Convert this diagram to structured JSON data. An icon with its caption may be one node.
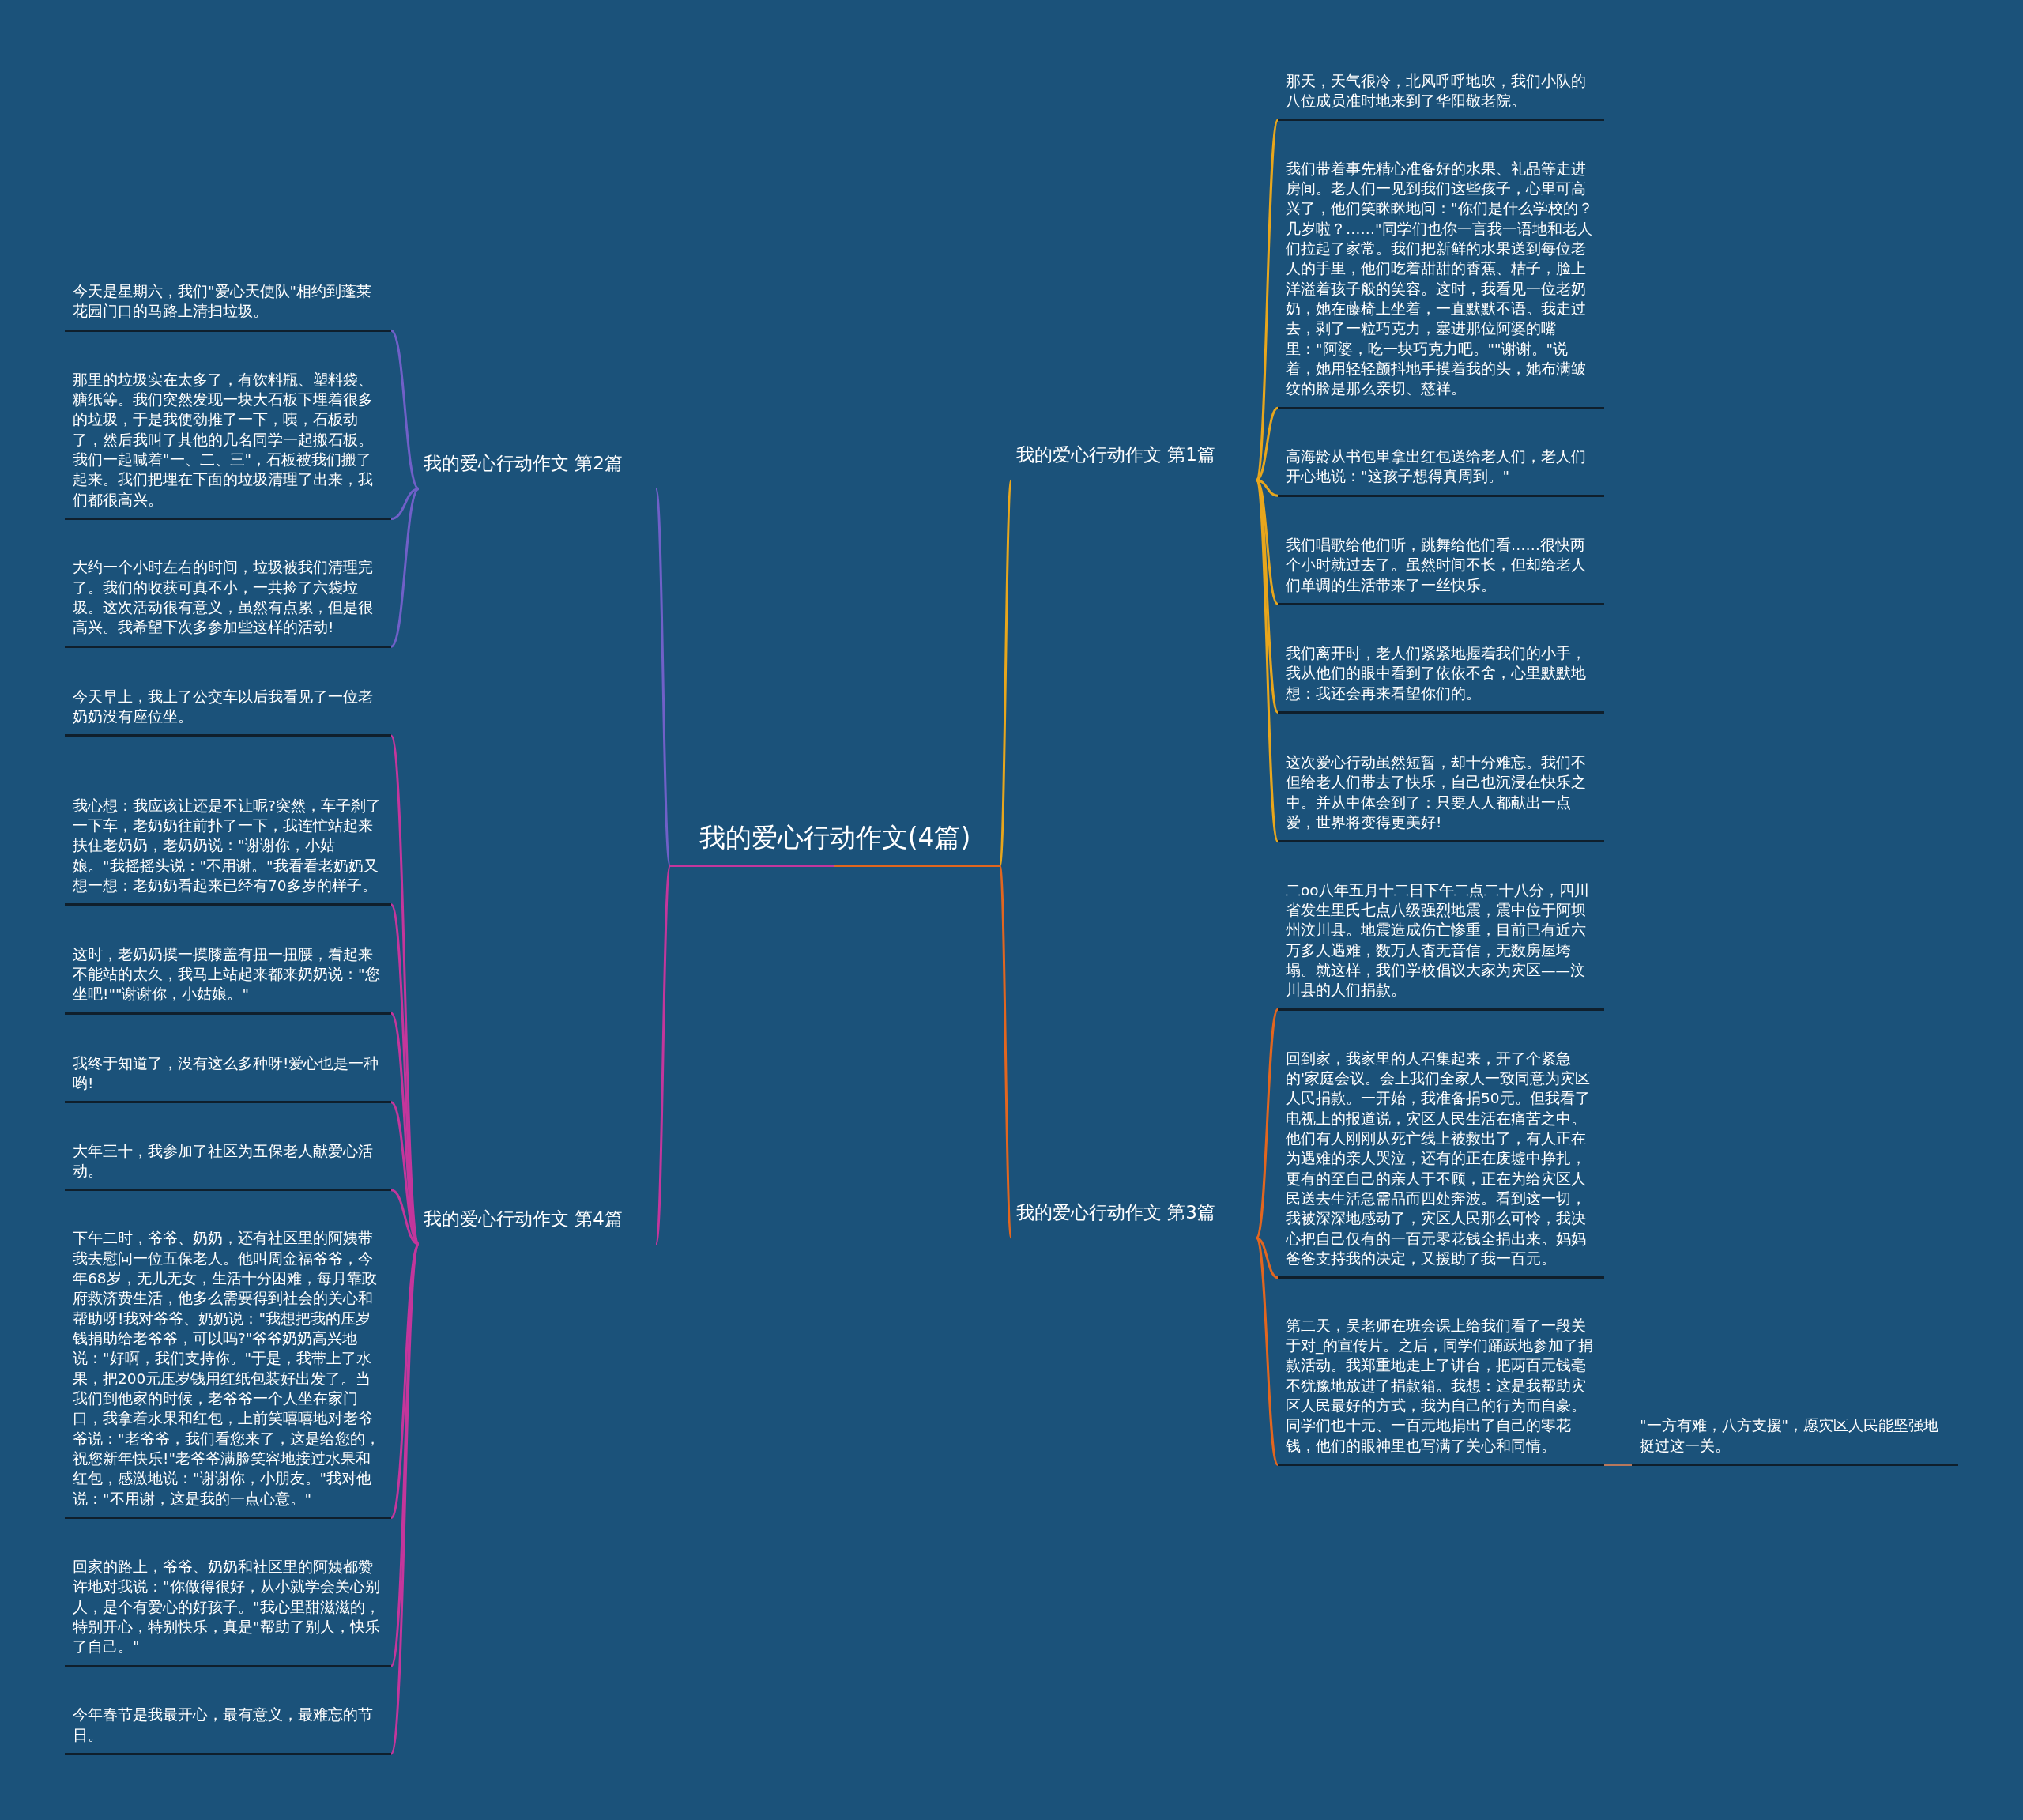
{
  "diagram": {
    "nodes": [
      {
        "text": [
          "我的爱心行动作文(4篇)"
        ]
      },
      {
        "text": [
          "我的爱心行动作文 第2篇"
        ]
      },
      {
        "text": [
          "今天是星期六，我们\"爱心天使队\"相约到蓬莱花园门口的马路上清扫垃圾。"
        ]
      },
      {
        "text": [
          "那里的垃圾实在太多了，有饮料瓶、塑料袋、糖纸等。我们突然发现一块大石板下埋着很多的垃圾，于是我使劲推了一下，咦，石板动了，然后我叫了其他的几名同学一起搬石板。我们一起喊着\"一、二、三\"，石板被我们搬了起来。我们把埋在下面的垃圾清理了出来，我们都很高兴。"
        ]
      },
      {
        "text": [
          "大约一个小时左右的时间，垃圾被我们清理完了。我们的收获可真不小，一共捡了六袋垃圾。这次活动很有意义，虽然有点累，但是很高兴。我希望下次多参加些这样的活动!"
        ]
      },
      {
        "text": [
          "我的爱心行动作文 第4篇"
        ]
      },
      {
        "text": [
          "今天早上，我上了公交车以后我看见了一位老奶奶没有座位坐。"
        ]
      },
      {
        "text": [
          "我心想：我应该让还是不让呢?突然，车子刹了一下车，老奶奶往前扑了一下，我连忙站起来扶住老奶奶，老奶奶说：\"谢谢你，小姑娘。\"我摇摇头说：\"不用谢。\"我看看老奶奶又想一想：老奶奶看起来已经有70多岁的样子。"
        ]
      },
      {
        "text": [
          "这时，老奶奶摸一摸膝盖有扭一扭腰，看起来不能站的太久，我马上站起来都来奶奶说：\"您坐吧!\"\"谢谢你，小姑娘。\""
        ]
      },
      {
        "text": [
          "我终于知道了，没有这么多种呀!爱心也是一种哟!"
        ]
      },
      {
        "text": [
          "大年三十，我参加了社区为五保老人献爱心活动。"
        ]
      },
      {
        "text": [
          "下午二时，爷爷、奶奶，还有社区里的阿姨带我去慰问一位五保老人。他叫周金福爷爷，今年68岁，无儿无女，生活十分困难，每月靠政府救济费生活，他多么需要得到社会的关心和帮助呀!我对爷爷、奶奶说：\"我想把我的压岁钱捐助给老爷爷，可以吗?\"爷爷奶奶高兴地说：\"好啊，我们支持你。\"于是，我带上了水果，把200元压岁钱用红纸包装好出发了。当我们到他家的时候，老爷爷一个人坐在家门口，我拿着水果和红包，上前笑嘻嘻地对老爷爷说：\"老爷爷，我们看您来了，这是给您的，祝您新年快乐!\"老爷爷满脸笑容地接过水果和红包，感激地说：\"谢谢你，小朋友。\"我对他说：\"不用谢，这是我的一点心意。\""
        ]
      },
      {
        "text": [
          "回家的路上，爷爷、奶奶和社区里的阿姨都赞许地对我说：\"你做得很好，从小就学会关心别人，是个有爱心的好孩子。\"我心里甜滋滋的，特别开心，特别快乐，真是\"帮助了别人，快乐了自己。\""
        ]
      },
      {
        "text": [
          "今年春节是我最开心，最有意义，最难忘的节日。"
        ]
      },
      {
        "text": [
          "我的爱心行动作文 第1篇"
        ]
      },
      {
        "text": [
          "那天，天气很冷，北风呼呼地吹，我们小队的八位成员准时地来到了华阳敬老院。"
        ]
      },
      {
        "text": [
          "我们带着事先精心准备好的水果、礼品等走进房间。老人们一见到我们这些孩子，心里可高兴了，他们笑眯眯地问：\"你们是什么学校的？几岁啦？……\"同学们也你一言我一语地和老人们拉起了家常。我们把新鲜的水果送到每位老人的手里，他们吃着甜甜的香蕉、桔子，脸上洋溢着孩子般的笑容。这时，我看见一位老奶奶，她在藤椅上坐着，一直默默不语。我走过去，剥了一粒巧克力，塞进那位阿婆的嘴里：\"阿婆，吃一块巧克力吧。\"\"谢谢。\"说着，她用轻轻颤抖地手摸着我的头，她布满皱纹的脸是那么亲切、慈祥。"
        ]
      },
      {
        "text": [
          "高海龄从书包里拿出红包送给老人们，老人们开心地说：\"这孩子想得真周到。\""
        ]
      },
      {
        "text": [
          "我们唱歌给他们听，跳舞给他们看……很快两个小时就过去了。虽然时间不长，但却给老人们单调的生活带来了一丝快乐。"
        ]
      },
      {
        "text": [
          "我们离开时，老人们紧紧地握着我们的小手，我从他们的眼中看到了依依不舍，心里默默地想：我还会再来看望你们的。"
        ]
      },
      {
        "text": [
          "这次爱心行动虽然短暂，却十分难忘。我们不但给老人们带去了快乐，自己也沉浸在快乐之中。并从中体会到了：只要人人都献出一点爱，世界将变得更美好!"
        ]
      },
      {
        "text": [
          "我的爱心行动作文 第3篇"
        ]
      },
      {
        "text": [
          "二oo八年五月十二日下午二点二十八分，四川省发生里氏七点八级强烈地震，震中位于阿坝州汶川县。地震造成伤亡惨重，目前已有近六万多人遇难，数万人杳无音信，无数房屋垮塌。就这样，我们学校倡议大家为灾区——汶川县的人们捐款。"
        ]
      },
      {
        "text": [
          "回到家，我家里的人召集起来，开了个紧急的'家庭会议。会上我们全家人一致同意为灾区人民捐款。一开始，我准备捐50元。但我看了电视上的报道说，灾区人民生活在痛苦之中。他们有人刚刚从死亡线上被救出了，有人正在为遇难的亲人哭泣，还有的正在废墟中挣扎，更有的至自己的亲人于不顾，正在为给灾区人民送去生活急需品而四处奔波。看到这一切，我被深深地感动了，灾区人民那么可怜，我决心把自己仅有的一百元零花钱全捐出来。妈妈爸爸支持我的决定，又援助了我一百元。"
        ]
      },
      {
        "text": [
          "第二天，吴老师在班会课上给我们看了一段关于对_的宣传片。之后，同学们踊跃地参加了捐款活动。我郑重地走上了讲台，把两百元钱毫不犹豫地放进了捐款箱。我想：这是我帮助灾区人民最好的方式，我为自己的行为而自豪。同学们也十元、一百元地捐出了自己的零花钱，他们的眼神里也写满了关心和同情。"
        ]
      },
      {
        "text": [
          "\"一方有难，八方支援\"，愿灾区人民能坚强地挺过这一关。"
        ]
      }
    ],
    "edges": [
      {
        "from": 0,
        "to": 1,
        "arrow": "none",
        "color": "#7060c8"
      },
      {
        "from": 1,
        "to": 2,
        "arrow": "none",
        "color": "#7060c8"
      },
      {
        "from": 1,
        "to": 3,
        "arrow": "none",
        "color": "#7060c8"
      },
      {
        "from": 1,
        "to": 4,
        "arrow": "none",
        "color": "#7060c8"
      },
      {
        "from": 0,
        "to": 5,
        "arrow": "none",
        "color": "#c4369c"
      },
      {
        "from": 5,
        "to": 6,
        "arrow": "none",
        "color": "#c4369c"
      },
      {
        "from": 5,
        "to": 7,
        "arrow": "none",
        "color": "#c4369c"
      },
      {
        "from": 5,
        "to": 8,
        "arrow": "none",
        "color": "#c4369c"
      },
      {
        "from": 5,
        "to": 9,
        "arrow": "none",
        "color": "#c4369c"
      },
      {
        "from": 5,
        "to": 10,
        "arrow": "none",
        "color": "#c4369c"
      },
      {
        "from": 5,
        "to": 11,
        "arrow": "none",
        "color": "#c4369c"
      },
      {
        "from": 5,
        "to": 12,
        "arrow": "none",
        "color": "#c4369c"
      },
      {
        "from": 5,
        "to": 13,
        "arrow": "none",
        "color": "#c4369c"
      },
      {
        "from": 0,
        "to": 14,
        "arrow": "none",
        "color": "#e8a61c"
      },
      {
        "from": 14,
        "to": 15,
        "arrow": "none",
        "color": "#e8a61c"
      },
      {
        "from": 14,
        "to": 16,
        "arrow": "none",
        "color": "#e8a61c"
      },
      {
        "from": 14,
        "to": 17,
        "arrow": "none",
        "color": "#e8a61c"
      },
      {
        "from": 14,
        "to": 18,
        "arrow": "none",
        "color": "#e8a61c"
      },
      {
        "from": 14,
        "to": 19,
        "arrow": "none",
        "color": "#e8a61c"
      },
      {
        "from": 14,
        "to": 20,
        "arrow": "none",
        "color": "#e8a61c"
      },
      {
        "from": 0,
        "to": 21,
        "arrow": "none",
        "color": "#e2661f"
      },
      {
        "from": 21,
        "to": 22,
        "arrow": "none",
        "color": "#e2661f"
      },
      {
        "from": 21,
        "to": 23,
        "arrow": "none",
        "color": "#e2661f"
      },
      {
        "from": 21,
        "to": 24,
        "arrow": "none",
        "color": "#e2661f"
      },
      {
        "from": 24,
        "to": 25,
        "arrow": "none",
        "color": "#b8785c"
      }
    ]
  }
}
